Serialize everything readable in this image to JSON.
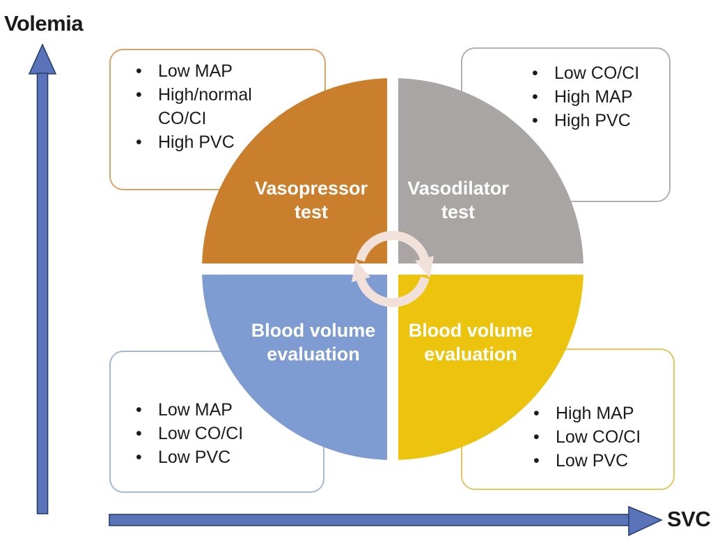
{
  "axes": {
    "y_label": "Volemia",
    "x_label": "SVC",
    "arrow_fill": "#5b74b9",
    "arrow_stroke": "#25406f"
  },
  "circle": {
    "rotation_arrow_color": "#f2e1da",
    "quadrants": {
      "top_left": {
        "label": "Vasopressor\ntest",
        "color": "#c97f2b"
      },
      "top_right": {
        "label": "Vasodilator\ntest",
        "color": "#a8a5a4"
      },
      "bottom_left": {
        "label": "Blood volume\nevaluation",
        "color": "#7e9cd1"
      },
      "bottom_right": {
        "label": "Blood volume\nevaluation",
        "color": "#ecc40e"
      }
    }
  },
  "boxes": {
    "top_left": {
      "border_color": "#daa266",
      "items": [
        "Low MAP",
        "High/normal\nCO/CI",
        "High PVC"
      ]
    },
    "top_right": {
      "border_color": "#b3b1b0",
      "items": [
        "Low CO/CI",
        "High MAP",
        "High PVC"
      ]
    },
    "bottom_left": {
      "border_color": "#a3b8d4",
      "items": [
        "Low MAP",
        "Low CO/CI",
        "Low PVC"
      ]
    },
    "bottom_right": {
      "border_color": "#e2c75f",
      "items": [
        "High MAP",
        "Low CO/CI",
        "Low PVC"
      ]
    }
  }
}
